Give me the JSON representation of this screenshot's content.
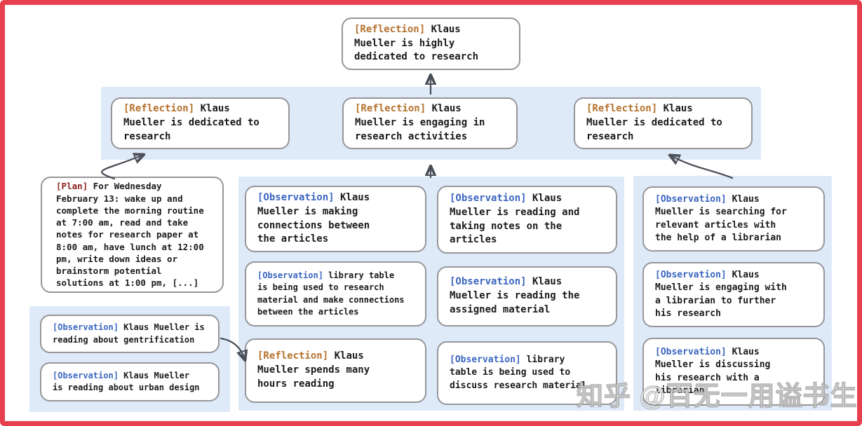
{
  "colors": {
    "frame": "#e6404e",
    "panel": "#dfeaf9",
    "box_border": "#969699",
    "reflection_tag": "#b5722e",
    "observation_tag": "#3a66c1",
    "plan_tag": "#8b2723",
    "text": "#1b1b1b",
    "arrow": "#4b5058"
  },
  "tree": {
    "root": {
      "tag": "[Reflection]",
      "text": " Klaus\nMueller is highly\ndedicated to research"
    },
    "reflections": [
      {
        "tag": "[Reflection]",
        "text": " Klaus\nMueller is dedicated to\nresearch"
      },
      {
        "tag": "[Reflection]",
        "text": " Klaus\nMueller is engaging in\nresearch activities"
      },
      {
        "tag": "[Reflection]",
        "text": " Klaus\nMueller is dedicated to\nresearch"
      }
    ],
    "plan": {
      "tag": "[Plan]",
      "text": " For Wednesday\nFebruary 13: wake up and\ncomplete the morning routine\nat 7:00 am, read and take\nnotes for research paper at\n8:00 am, have lunch at 12:00\npm, write down ideas or\nbrainstorm potential\nsolutions at 1:00 pm, [...]"
    },
    "left_observations": [
      {
        "tag": "[Observation]",
        "text": " Klaus Mueller is\nreading about gentrification"
      },
      {
        "tag": "[Observation]",
        "text": " Klaus Mueller\nis reading about urban design"
      }
    ],
    "middle_col1": [
      {
        "tag": "[Observation]",
        "text": " Klaus\nMueller is making\nconnections between\nthe articles"
      },
      {
        "tag": "[Observation]",
        "text": " library table\nis being used to research\nmaterial and make connections\nbetween the articles"
      },
      {
        "tag": "[Reflection]",
        "text": " Klaus\nMueller spends many\nhours reading"
      }
    ],
    "middle_col2": [
      {
        "tag": "[Observation]",
        "text": " Klaus\nMueller is reading and\ntaking notes on the\narticles"
      },
      {
        "tag": "[Observation]",
        "text": " Klaus\nMueller is reading the\nassigned material"
      },
      {
        "tag": "[Observation]",
        "text": " library\ntable is being used to\ndiscuss research material"
      }
    ],
    "right_col": [
      {
        "tag": "[Observation]",
        "text": " Klaus\nMueller is searching for\nrelevant articles with\nthe help of a librarian"
      },
      {
        "tag": "[Observation]",
        "text": " Klaus\nMueller is engaging with\na librarian to further\nhis research"
      },
      {
        "tag": "[Observation]",
        "text": " Klaus\nMueller is discussing\nhis research with a\nlibrarian"
      }
    ]
  },
  "watermark": {
    "text": "知乎 @百无一用谥书生"
  }
}
